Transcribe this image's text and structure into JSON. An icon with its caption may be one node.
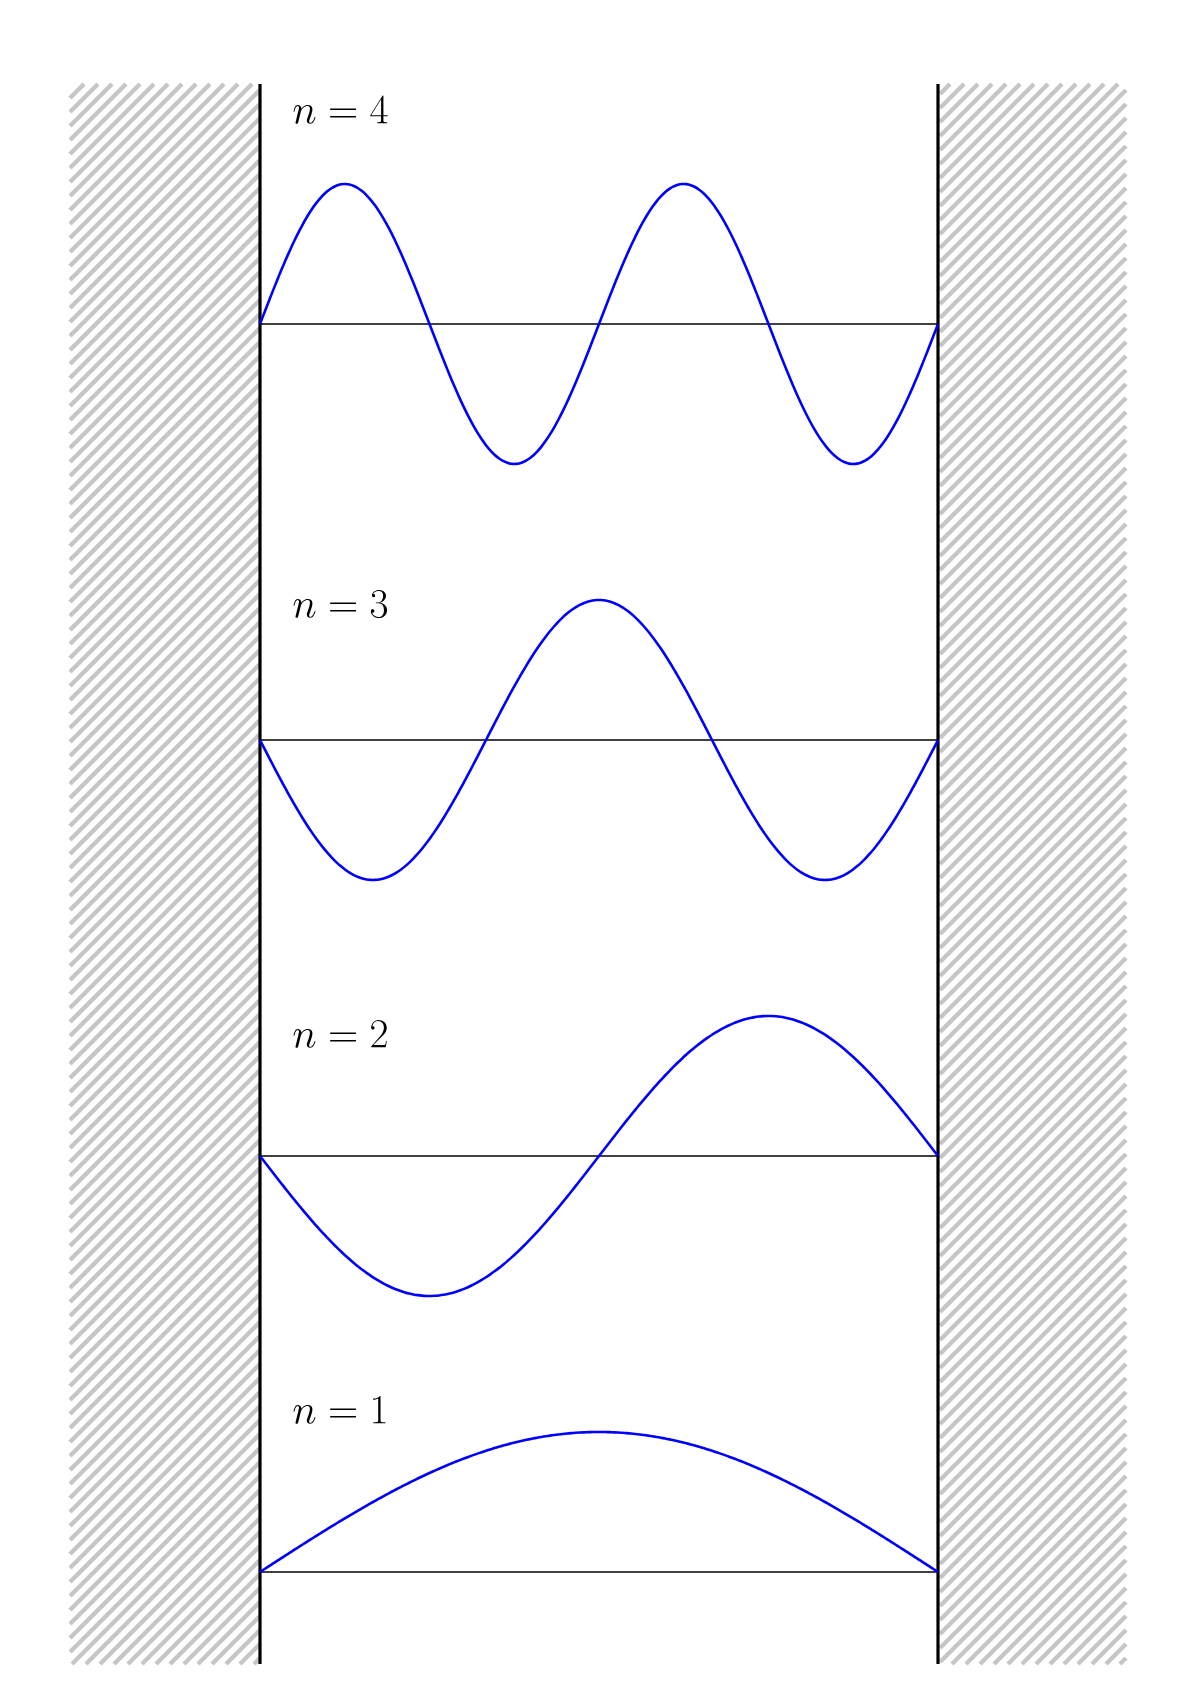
{
  "diagram": {
    "labels": [
      "n = 4",
      "n = 3",
      "n = 2",
      "n = 1"
    ]
  }
}
